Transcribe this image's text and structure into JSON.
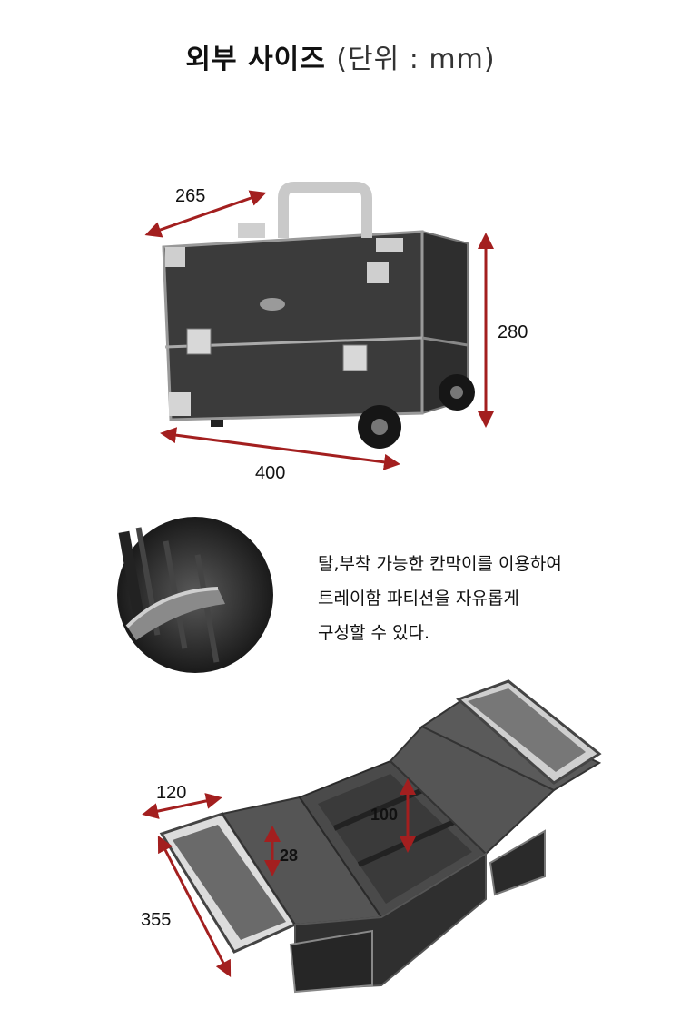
{
  "title": {
    "main": "외부 사이즈",
    "unit": "(단위 : mm)"
  },
  "outer_dimensions": {
    "depth": "265",
    "height": "280",
    "width": "400"
  },
  "caption": {
    "line1": "탈,부착 가능한 칸막이를 이용하여",
    "line2": "트레이함 파티션을 자유롭게",
    "line3": "구성할 수 있다."
  },
  "inner_dimensions": {
    "tray_width": "120",
    "tray_length": "355",
    "tray_height": "28",
    "bottom_height": "100"
  },
  "colors": {
    "arrow": "#a31f1f",
    "case": "#3b3b3b",
    "metal": "#bfbfbf"
  }
}
